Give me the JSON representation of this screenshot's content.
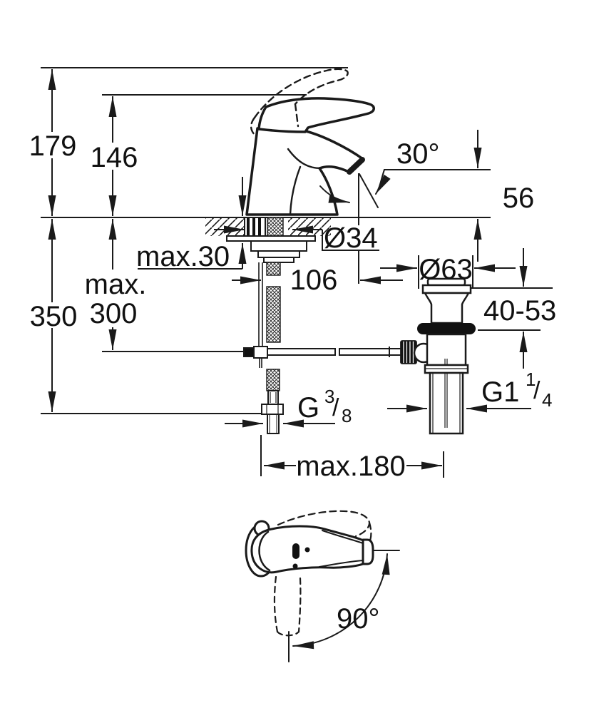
{
  "colors": {
    "line": "#1a1a1a",
    "text": "#111111",
    "background": "#ffffff"
  },
  "dimensions": {
    "total_height": "179",
    "lever_height": "146",
    "spout_angle": "30°",
    "spout_height": "56",
    "deck_thickness_max": "max.30",
    "shank_diameter": "Ø34",
    "spout_reach": "106",
    "flange_diameter": "Ø63",
    "hose_length_max_line1": "max.",
    "hose_length_max_line2": "300",
    "install_depth": "350",
    "drain_clamp_range": "40-53",
    "supply_thread": {
      "prefix": "G",
      "numerator": "3",
      "slash": "/",
      "denominator": "8"
    },
    "drain_thread": {
      "prefix": "G1",
      "numerator": "1",
      "slash": "/",
      "denominator": "4"
    },
    "rod_reach_max": "max.180",
    "swivel_angle": "90°"
  }
}
